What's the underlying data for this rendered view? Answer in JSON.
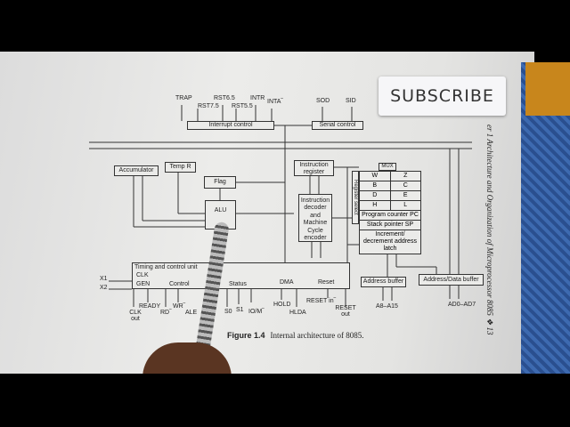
{
  "sticker": {
    "text": "SUBSCRIBE"
  },
  "header": {
    "running_head": "er 1   Architecture and Organization of Microprocessor 8085   ❖   13"
  },
  "caption": {
    "label": "Figure 1.4",
    "text": "Internal architecture of 8085."
  },
  "diagram": {
    "interrupt_inputs": [
      "TRAP",
      "RST7.5",
      "RST6.5",
      "RST5.5",
      "INTR",
      "INTA‾"
    ],
    "interrupt_control": "Interrupt control",
    "serial_signals": [
      "SOD",
      "SID"
    ],
    "serial_control": "Serial control",
    "accumulator": "Accumulator",
    "temp_r": "Temp R",
    "flag": "Flag",
    "alu": "ALU",
    "instruction_register": "Instruction register",
    "instruction_decoder": "Instruction decoder and Machine Cycle encoder",
    "mux": "MUX",
    "register_select": "Register select",
    "registers": [
      [
        "W",
        "Z"
      ],
      [
        "B",
        "C"
      ],
      [
        "D",
        "E"
      ],
      [
        "H",
        "L"
      ]
    ],
    "program_counter": "Program counter PC",
    "stack_pointer": "Stack pointer SP",
    "inc_dec_latch": "Increment/ decrement address latch",
    "timing_control": "Timing and control unit",
    "clk": "CLK",
    "gen": "GEN",
    "x1": "X1",
    "x2": "X2",
    "control": "Control",
    "status": "Status",
    "dma": "DMA",
    "reset": "Reset",
    "signals": {
      "clk_out": "CLK out",
      "ready": "READY",
      "rd": "RD‾",
      "wr": "WR‾",
      "ale": "ALE",
      "s0": "S0",
      "s1": "S1",
      "iom": "IO/M‾",
      "hold": "HOLD",
      "hlda": "HLDA",
      "reset_in": "RESET in‾",
      "reset_out": "RESET out"
    },
    "address_buffer": "Address buffer",
    "address_data_buffer": "Address/Data buffer",
    "addr_bus": "A8–A15",
    "data_bus": "AD0–AD7"
  }
}
